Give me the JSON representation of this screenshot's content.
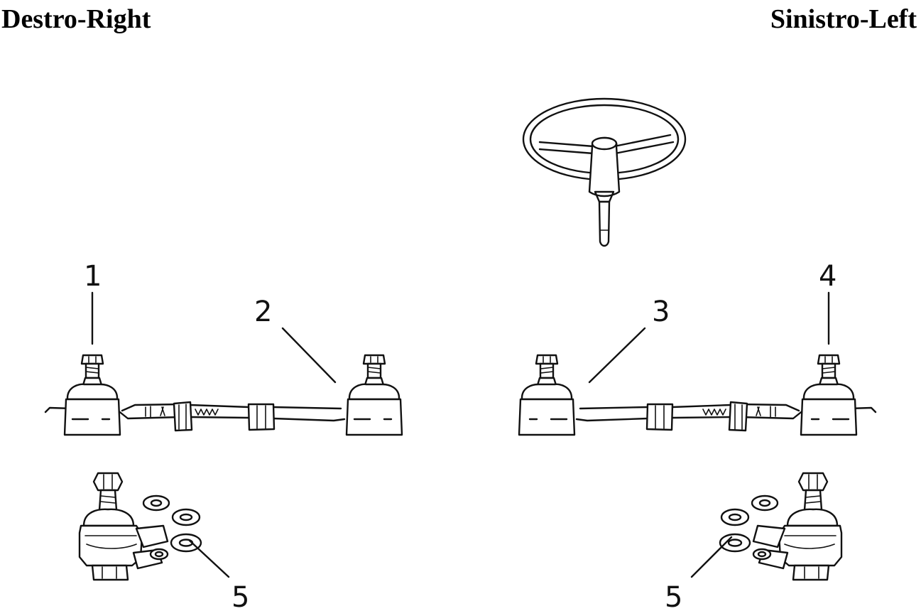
{
  "headings": {
    "left": "Destro-Right",
    "right": "Sinistro-Left"
  },
  "callouts": {
    "c1": "1",
    "c2": "2",
    "c3": "3",
    "c4": "4",
    "c5_left": "5",
    "c5_right": "5"
  },
  "colors": {
    "background": "#ffffff",
    "line": "#111111"
  }
}
